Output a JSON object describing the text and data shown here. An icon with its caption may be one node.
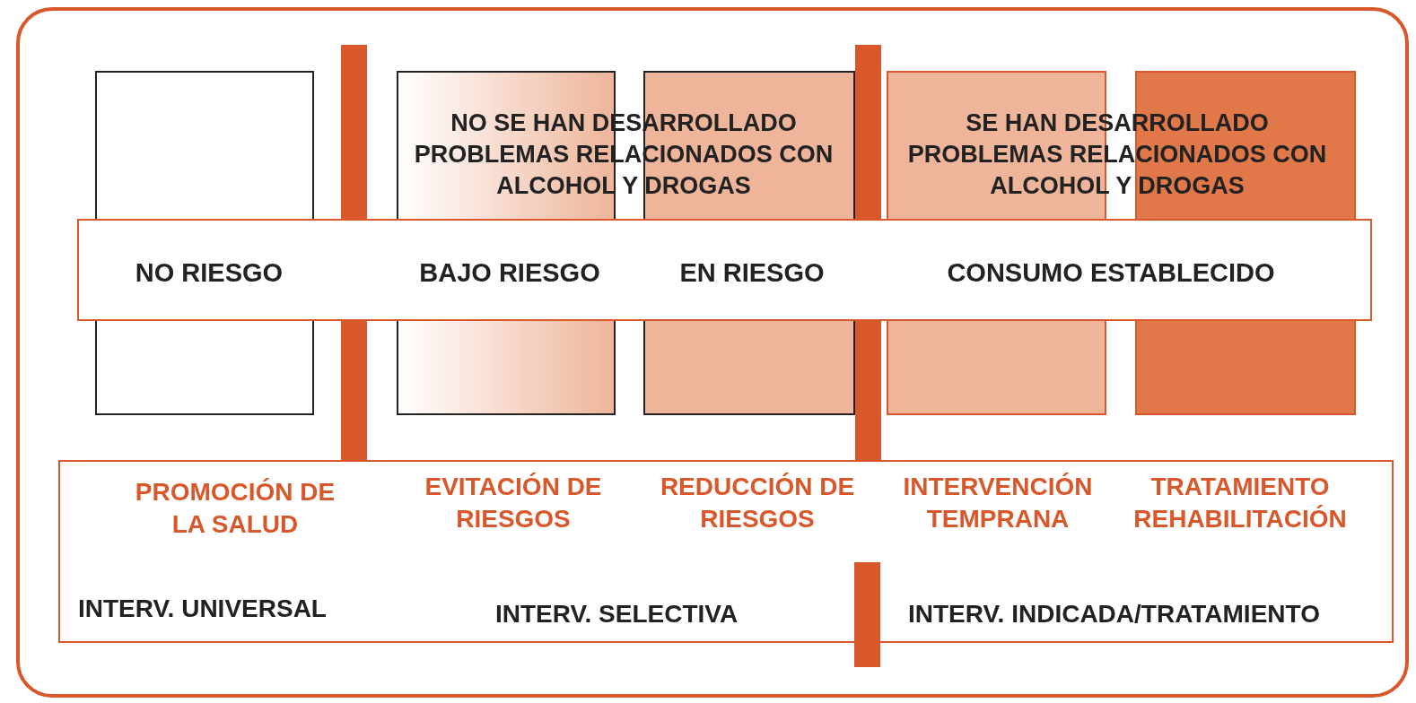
{
  "diagram": {
    "nodes": [
      {
        "text": [],
        "shape": "box"
      },
      {
        "text": [],
        "shape": "box"
      },
      {
        "text": [],
        "shape": "box"
      },
      {
        "text": [],
        "shape": "box"
      },
      {
        "text": [],
        "shape": "box"
      },
      {
        "text": [],
        "shape": "bar"
      },
      {
        "text": [],
        "shape": "bar"
      },
      {
        "text": [
          "NO RIESGO",
          "BAJO RIESGO",
          "EN RIESGO",
          "CONSUMO ESTABLECIDO"
        ]
      },
      {
        "text": [],
        "shape": "box"
      },
      {
        "text": [],
        "shape": "box"
      },
      {
        "text": [],
        "shape": "box"
      },
      {
        "text": [],
        "shape": "box"
      },
      {
        "text": [],
        "shape": "box"
      },
      {
        "text": [],
        "shape": "bar"
      },
      {
        "text": [],
        "shape": "bar"
      },
      {
        "text": [
          "PROMOCIÓN DE LA SALUD",
          "EVITACIÓN DE RIESGOS",
          "REDUCCIÓN DE RIESGOS",
          "INTERVENCIÓN TEMPRANA",
          "TRATAMIENTO REHABILITACIÓN",
          "INTERV. UNIVERSAL",
          "INTERV. SELECTIVA",
          "INTERV. INDICADA/TRATAMIENTO"
        ]
      },
      {
        "text": [],
        "shape": "bar"
      }
    ],
    "edges": [],
    "labels": [
      "NO SE HAN DESARROLLADO PROBLEMAS RELACIONADOS CON ALCOHOL Y DROGAS",
      "SE HAN DESARROLLADO PROBLEMAS RELACIONADOS CON ALCOHOL Y DROGAS"
    ]
  }
}
